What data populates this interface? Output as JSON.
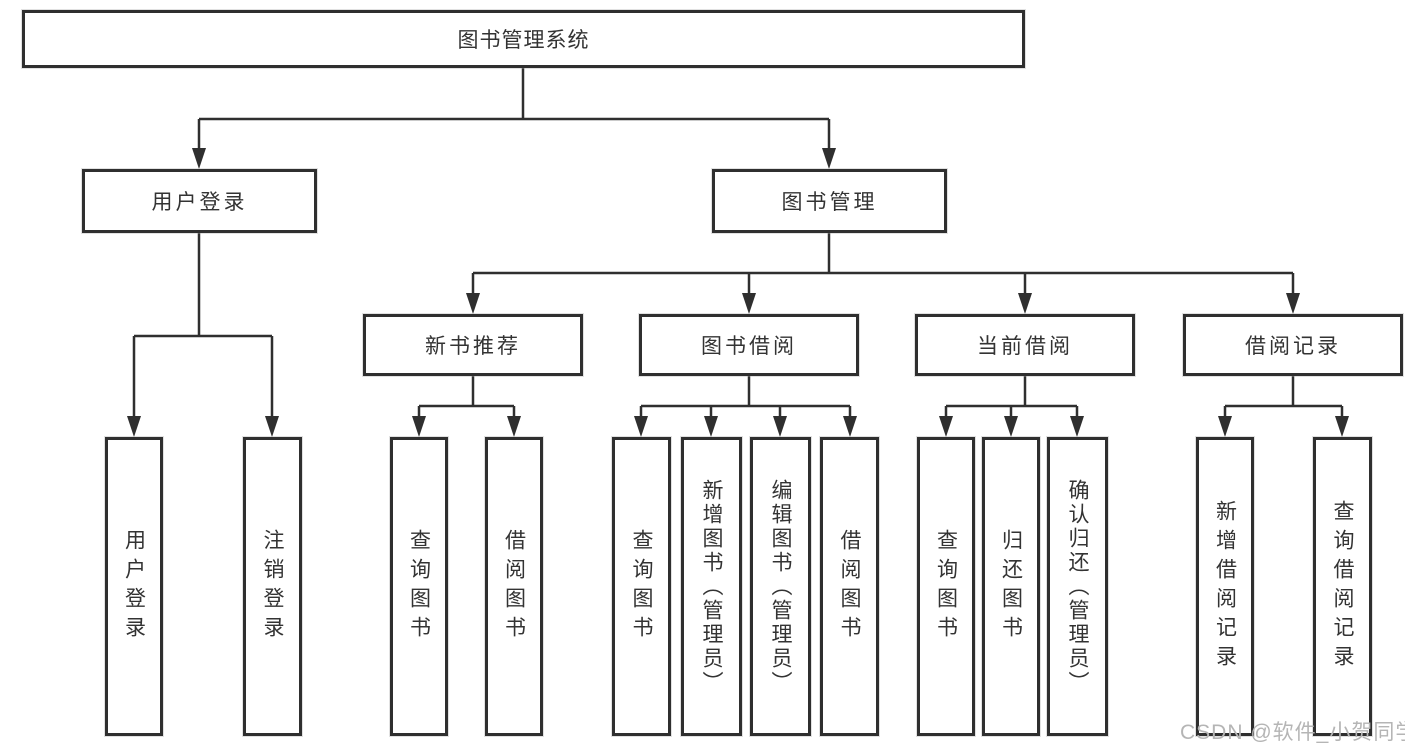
{
  "diagram": {
    "title": "图书管理系统",
    "type": "functional-structure-tree",
    "colors": {
      "line": "#2f2f2f",
      "border": "#2f2f2f",
      "text": "#333333",
      "box_background": "#ffffff",
      "page_background": "#ffffff",
      "watermark": "#b5b5b5"
    },
    "watermark": "CSDN @软件_小贺同学"
  },
  "nodes": {
    "root": {
      "label": "图书管理系统"
    },
    "user_login": {
      "label": "用户登录"
    },
    "book_management": {
      "label": "图书管理"
    },
    "new_book_recommend": {
      "label": "新书推荐"
    },
    "book_borrowing": {
      "label": "图书借阅"
    },
    "current_borrowing": {
      "label": "当前借阅"
    },
    "borrowing_records": {
      "label": "借阅记录"
    },
    "user_login_leaf": {
      "label": "用户登录"
    },
    "logout_leaf": {
      "label": "注销登录"
    },
    "recommend_query_books": {
      "label": "查询图书"
    },
    "recommend_borrow_books": {
      "label": "借阅图书"
    },
    "borrowing_query_books": {
      "label": "查询图书"
    },
    "borrowing_add_books": {
      "label": "新增图书（管理员）"
    },
    "borrowing_edit_books": {
      "label": "编辑图书（管理员）"
    },
    "borrowing_borrow_books": {
      "label": "借阅图书"
    },
    "current_query_books": {
      "label": "查询图书"
    },
    "current_return_books": {
      "label": "归还图书"
    },
    "current_confirm_return": {
      "label": "确认归还（管理员）"
    },
    "records_add_record": {
      "label": "新增借阅记录"
    },
    "records_query_record": {
      "label": "查询借阅记录"
    }
  }
}
